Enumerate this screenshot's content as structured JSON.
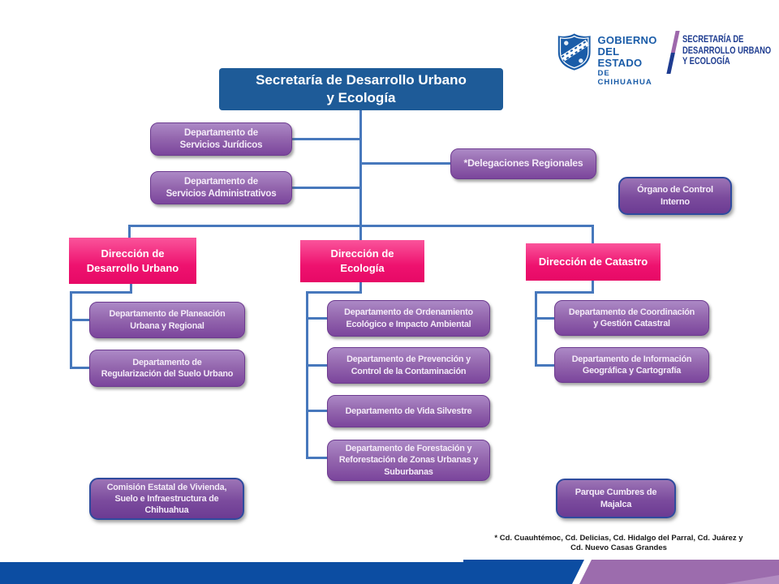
{
  "header": {
    "logo": {
      "line1": "GOBIERNO",
      "line2": "DEL ESTADO",
      "line3": "DE CHIHUAHUA",
      "shield_icon": "chihuahua-coat-of-arms",
      "brand_blue": "#1A5CA8",
      "divider_top_color": "#9E68AC",
      "divider_bottom_color": "#1E3C90"
    },
    "secretariat": {
      "line1": "SECRETARÍA DE",
      "line2": "DESARROLLO URBANO",
      "line3": "Y ECOLOGÍA",
      "color": "#1E3C90"
    }
  },
  "chart": {
    "root": {
      "label": "Secretaría de Desarrollo Urbano\ny Ecología",
      "color": "#1E5B98"
    },
    "staff": [
      {
        "label": "Departamento de\nServicios Jurídicos"
      },
      {
        "label": "Departamento de\nServicios Administrativos"
      }
    ],
    "delegaciones": {
      "label": "*Delegaciones Regionales"
    },
    "organo": {
      "label": "Órgano de Control\nInterno"
    },
    "directions": [
      {
        "label": "Dirección de\nDesarrollo Urbano",
        "departments": [
          "Departamento de Planeación\nUrbana y Regional",
          "Departamento de\nRegularización del Suelo Urbano"
        ]
      },
      {
        "label": "Dirección de\nEcología",
        "departments": [
          "Departamento de Ordenamiento\nEcológico e Impacto Ambiental",
          "Departamento de Prevención y\nControl de la Contaminación",
          "Departamento de Vida Silvestre",
          "Departamento de Forestación y\nReforestación de Zonas Urbanas y\nSuburbanas"
        ]
      },
      {
        "label": "Dirección de Catastro",
        "departments": [
          "Departamento de Coordinación\ny Gestión Catastral",
          "Departamento de Información\nGeográfica y Cartografía"
        ]
      }
    ],
    "decentralized": [
      {
        "label": "Comisión Estatal de Vivienda,\nSuelo e Infraestructura de\nChihuahua"
      },
      {
        "label": "Parque Cumbres de\nMajalca"
      }
    ],
    "footnote": "* Cd. Cuauhtémoc, Cd. Delicias, Cd. Hidalgo del Parral, Cd. Juárez y\nCd. Nuevo Casas Grandes"
  },
  "colors": {
    "connector": "#4778BC",
    "direction_pink": "#EC0A6C",
    "department_purple": "#8A58A8",
    "footer_blue": "#0C4DA2",
    "footer_purple": "#9C6CAD"
  }
}
